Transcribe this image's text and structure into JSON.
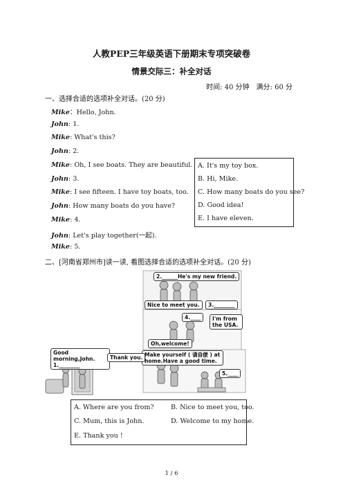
{
  "title": "人教PEP三年级英语下册期末专项突破卷",
  "subtitle": "情景交际三：补全对话",
  "meta": "时间: 40 分钟　满分: 60 分",
  "part1": {
    "heading": "一、选择合适的选项补全对话。(20 分)",
    "lines": [
      {
        "speaker": "Mike",
        "sep": "：",
        "text": "Hello, John."
      },
      {
        "speaker": "John",
        "sep": ": ",
        "text": "1."
      },
      {
        "speaker": "Mike",
        "sep": ": ",
        "text": "What's this?"
      },
      {
        "speaker": "John",
        "sep": ": ",
        "text": "2."
      },
      {
        "speaker": "Mike",
        "sep": ": ",
        "text": "Oh, I see boats. They are beautiful."
      },
      {
        "speaker": "John",
        "sep": ": ",
        "text": "3."
      },
      {
        "speaker": "Mike",
        "sep": ": ",
        "text": "I see fifteen. I have toy boats, too."
      },
      {
        "speaker": "John",
        "sep": ": ",
        "text": "How many boats do you have?"
      },
      {
        "speaker": "Mike",
        "sep": ": ",
        "text": "4."
      },
      {
        "speaker": "John",
        "sep": ": ",
        "text": "Let's play together(一起)."
      },
      {
        "speaker": "Mike",
        "sep": ": ",
        "text": "5."
      }
    ],
    "options": [
      "A. It's my toy box.",
      "B. Hi, Mike.",
      "C. How many boats do you see?",
      "D. Good idea!",
      "E. I have eleven."
    ]
  },
  "part2": {
    "heading": "二、[河南省郑州市]读一读, 看图选择合适的选项补全对话。(20 分)",
    "bubbles": {
      "b2": "2.______He's my new friend.",
      "b_nice": "Nice to meet you.",
      "b3": "3.________",
      "b4": "4.____",
      "b_from": "I'm from the USA.",
      "b_welcome": "Oh,welcome!",
      "b_make": "Make yourself ( 请自便 ) at home.Have a good time.",
      "b5": "5.____",
      "b_morning": "Good morning,John. 1.________",
      "b_thanks": "Thank you."
    },
    "options": [
      "A. Where are you from?",
      "B. Nice to meet you, too.",
      "C. Mum, this is John.",
      "D. Welcome to my home.",
      "E. Thank you !"
    ]
  },
  "footer": "1 / 6"
}
